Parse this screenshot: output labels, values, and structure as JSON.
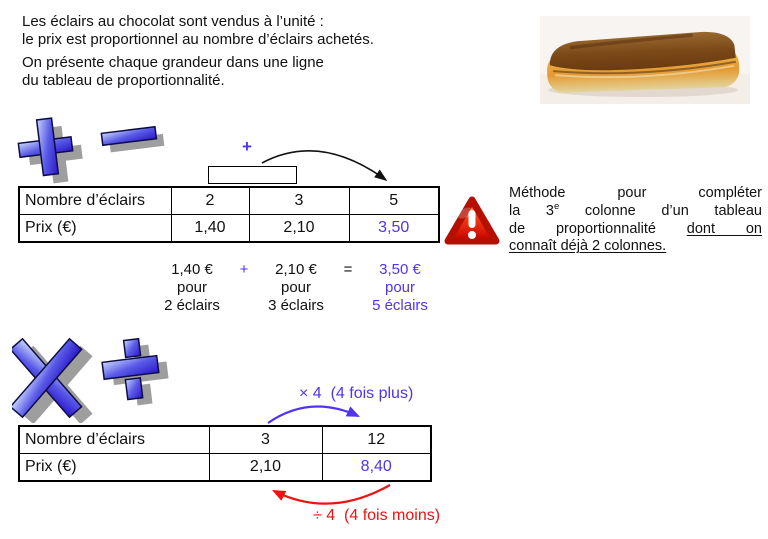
{
  "intro": {
    "line1": "Les éclairs au chocolat sont vendus à l’unité :",
    "line2": "le prix est proportionnel au nombre d’éclairs achetés.",
    "line3": "On présente chaque grandeur dans une ligne",
    "line4": "du tableau de proportionnalité."
  },
  "addition_section": {
    "operator_plus": "+",
    "table": {
      "rows": [
        {
          "label": "Nombre d’éclairs",
          "values": [
            "2",
            "3",
            "5"
          ]
        },
        {
          "label": "Prix (€)",
          "values": [
            "1,40",
            "2,10",
            "3,50"
          ]
        }
      ]
    },
    "sum": {
      "amount1": "1,40 €",
      "pour1": "pour",
      "count1": "2 éclairs",
      "op1": "+",
      "amount2": "2,10 €",
      "pour2": "pour",
      "count2": "3 éclairs",
      "op2": "=",
      "amount3": "3,50 €",
      "pour3": "pour",
      "count3": "5 éclairs"
    }
  },
  "method_note": {
    "line1": "Méthode pour compléter",
    "line2_pre": "la 3",
    "line2_sup": "e",
    "line2_post": " colonne d’un tableau",
    "line3_pre": "de proportionnalité ",
    "line3_underlined": "dont on",
    "line4_underlined": "connaît déjà 2 colonnes."
  },
  "multiplication_section": {
    "times_label": "× 4  (4 fois plus)",
    "divide_label": "÷ 4  (4 fois moins)",
    "table": {
      "rows": [
        {
          "label": "Nombre d’éclairs",
          "values": [
            "3",
            "12"
          ]
        },
        {
          "label": "Prix (€)",
          "values": [
            "2,10",
            "8,40"
          ]
        }
      ]
    }
  },
  "icons": {
    "plus": "plus-icon",
    "minus": "minus-icon",
    "multiply": "multiply-icon",
    "divide": "divide-icon",
    "warning": "warning-icon",
    "photo": "chocolate-eclair-photo"
  },
  "colors": {
    "accent_purple": "#5233EE",
    "accent_red": "#EE1212",
    "text": "#111111"
  }
}
